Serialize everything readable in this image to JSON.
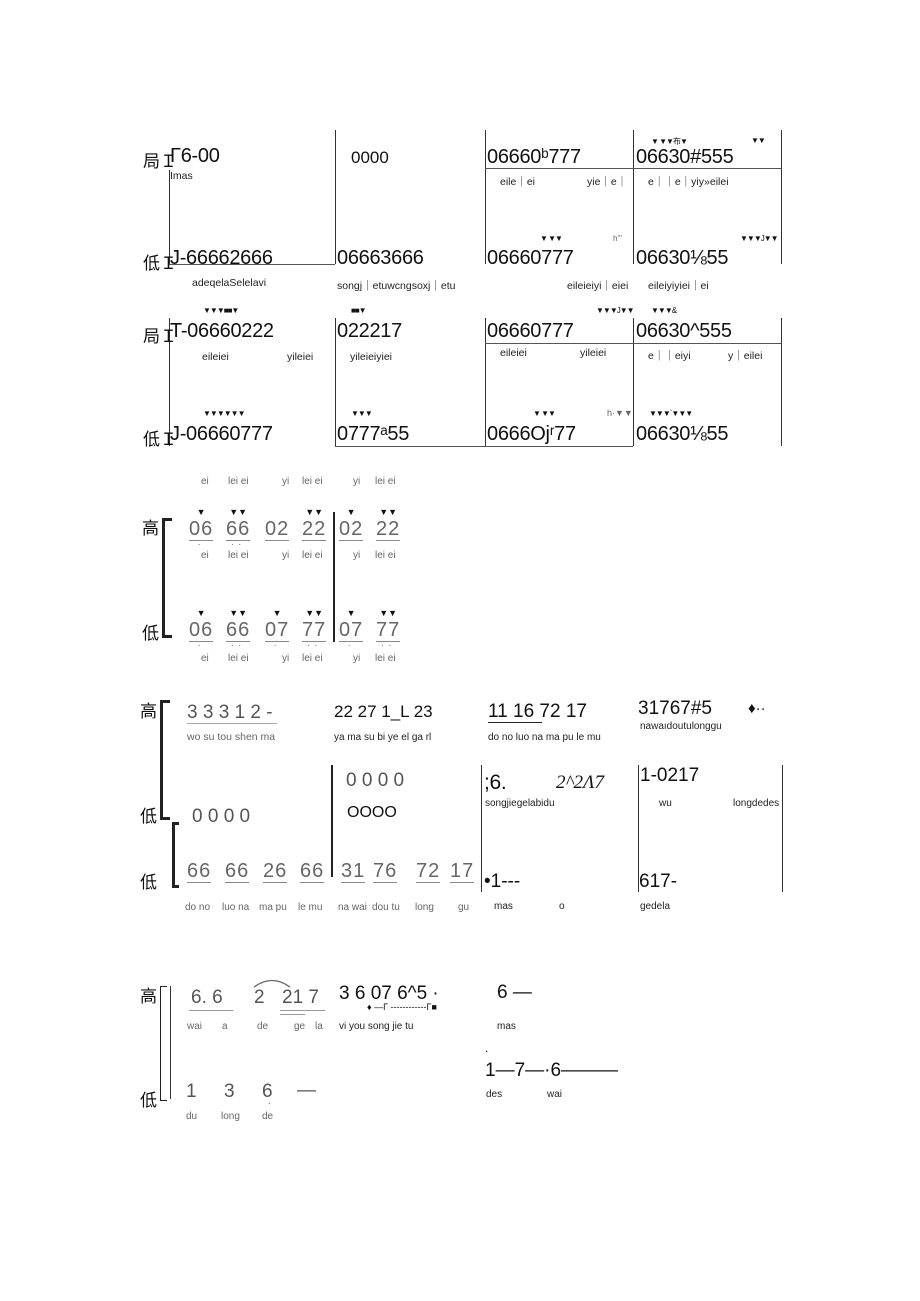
{
  "section1": {
    "labels": {
      "high": "局Ｉ",
      "low": "低Ｉ"
    },
    "row1": {
      "cells": [
        "Γ6-00",
        "0000",
        "06660ᵇ777",
        "06630#555"
      ],
      "lyrics": [
        "Imas",
        "eile｜ei",
        "yie｜e｜",
        "e｜｜e｜yiy»eilei"
      ],
      "marks": [
        "▼  ▼▼布▼",
        "▼▼"
      ]
    },
    "row2": {
      "cells": [
        "J-66662666",
        "06663666",
        "06660777",
        "06630⅛55"
      ],
      "lyrics": [
        "adeqelaSelelavi",
        "songj｜etuwcngsoxj｜etu",
        "eileieiyi｜eiei",
        "eileiyiyiei｜ei"
      ],
      "marks": [
        "▼   ▼▼",
        "h'''",
        "▼▼▼J▼▼"
      ]
    },
    "row3": {
      "cells": [
        "T-06660222",
        "022217",
        "06660777",
        "06630^555"
      ],
      "lyrics": [
        "eileiei",
        "yileiei",
        "yileieiyiei",
        "eileiei",
        "yileiei",
        "e｜｜eiyi",
        "y｜eilei"
      ],
      "marks": [
        "▼▼▼■■▼",
        "■■▼",
        "▼▼▼J▼▼",
        "▼▼▼&"
      ]
    },
    "row4": {
      "cells": [
        "J-06660777",
        "0777ᵃ55",
        "0666Ojʳ77",
        "06630⅛55"
      ],
      "marks": [
        "▼▼▼▼▼▼",
        "▼▼▼",
        "▼   ▼▼",
        "h·▼▼",
        "▼▼▼`▼▼▼"
      ]
    }
  },
  "section2": {
    "labels": {
      "high": "高",
      "low": "低"
    },
    "top_lyrics": [
      "ei",
      "lei ei",
      "yi",
      "lei ei",
      "yi",
      "lei ei"
    ],
    "high_groups": [
      "06",
      "66",
      "02",
      "22",
      "02",
      "22"
    ],
    "mid_lyrics": [
      "ei",
      "lei ei",
      "yi",
      "lei ei",
      "yi",
      "lei ei"
    ],
    "low_groups": [
      "06",
      "66",
      "07",
      "77",
      "07",
      "77"
    ],
    "low_lyrics": [
      "ei",
      "lei ei",
      "yi",
      "lei ei",
      "yi",
      "lei ei"
    ]
  },
  "section3": {
    "labels": {
      "high": "高",
      "low1": "低",
      "low2": "低"
    },
    "high_notes": "3 3  3 1 2  -",
    "high_lyrics": "wo  su  tou shen ma",
    "m2_high": "22 27 1_L 23",
    "m2_lyrics": "ya ma su bi ye el ga rl",
    "m3_high": "11 16 72 17",
    "m3_lyrics": "do no luo na ma pu le mu",
    "m4_high": "31767#5",
    "m4_extra": "♦··",
    "m4_lyrics": "nawaıdoutulonggu",
    "mid_zeros1": "0   0   0   0",
    "mid_zeros2": "0   0   0   0",
    "mid_oooo": "OOOO",
    "mid_m3": ";6.",
    "mid_m3b": "2^2Λ7",
    "mid_m3_lyrics": "songjiegelabidu",
    "mid_m4": "1-0217",
    "mid_m4_lyr1": "wu",
    "mid_m4_lyr2": "longdedes",
    "low_groups": [
      "66",
      "66",
      "26",
      "66",
      "31",
      "76",
      "72",
      "17"
    ],
    "low_lyrics": [
      "do no",
      "luo na",
      "ma pu",
      "le mu",
      "na wai",
      "dou tu",
      "long",
      "gu"
    ],
    "low_m3": "•1---",
    "low_m3_lyr1": "mas",
    "low_m3_lyr2": "o",
    "low_m4": "617-",
    "low_m4_lyr": "gedela"
  },
  "section4": {
    "labels": {
      "high": "高",
      "low": "低"
    },
    "high_notes": [
      "6. 6",
      "2",
      "21 7"
    ],
    "high_lyrics": [
      "wai",
      "a",
      "de",
      "ge",
      "la"
    ],
    "m2_high": "3 6 07 6^5 ·",
    "m2_marks": "♦   —Γ  ------------Γ■",
    "m2_lyrics": "vi you song jie tu",
    "m3_high": "6 —",
    "m3_lyrics": "mas",
    "low_notes": [
      "1",
      "3",
      "6",
      "—"
    ],
    "low_lyrics": [
      "du",
      "long",
      "de"
    ],
    "low_m3_dot": ".",
    "low_m3": "1—7—·6———",
    "low_m3_lyr1": "des",
    "low_m3_lyr2": "wai"
  }
}
